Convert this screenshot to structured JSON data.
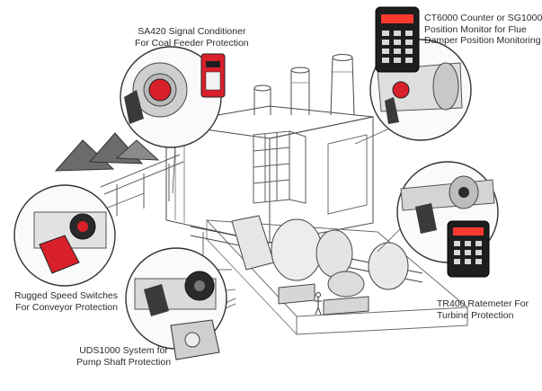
{
  "labels": {
    "coal_feeder": {
      "line1": "SA420 Signal Conditioner",
      "line2": "For Coal Feeder Protection"
    },
    "flue_damper": {
      "line1": "CT6000 Counter or SG1000",
      "line2": "Position Monitor for Flue",
      "line3": "Damper Position Monitoring"
    },
    "conveyor": {
      "line1": "Rugged Speed Switches",
      "line2": "For Conveyor Protection"
    },
    "turbine": {
      "line1": "TR400 Ratemeter For",
      "line2": "Turbine Protection"
    },
    "pump_shaft": {
      "line1": "UDS1000 System for",
      "line2": "Pump Shaft Protection"
    }
  },
  "colors": {
    "line": "#4a4a4a",
    "accent_red": "#d8202a",
    "device_dark": "#1e1e1e",
    "display_red": "#ff3b30",
    "metal_gray": "#9a9a9a"
  }
}
